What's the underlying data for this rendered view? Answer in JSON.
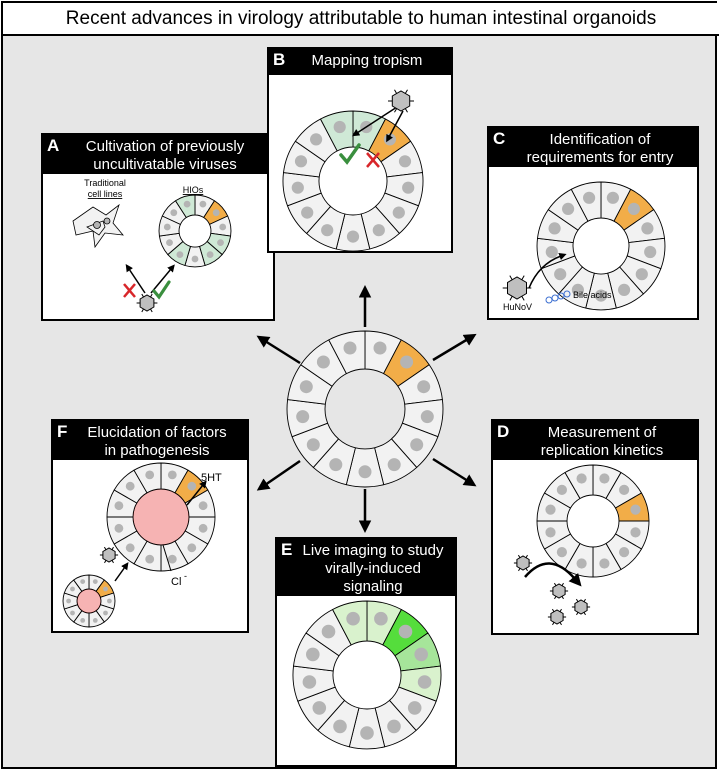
{
  "title": "Recent advances in virology attributable to human intestinal organoids",
  "colors": {
    "infected_cell": "#f2ad48",
    "cell_fill": "#f2f2f2",
    "nucleus": "#b4b4b4",
    "virus": "#bfbfbf",
    "tropism_cell": "#cfe9d6",
    "check": "#3a8f3e",
    "cross": "#d8262a",
    "bile_acid": "#3c6fd1",
    "swelling": "#f6b3b3",
    "signal_light": "#d9f2cd",
    "signal_mid": "#a6e59a",
    "signal_strong": "#55dd3c",
    "background": "#e6e6e6"
  },
  "panels": {
    "A": {
      "letter": "A",
      "title_lines": [
        "Cultivation of previously",
        "uncultivatable viruses"
      ],
      "traditional_label_1": "Traditional",
      "traditional_label_2": "cell lines",
      "hio_label": "HIOs"
    },
    "B": {
      "letter": "B",
      "title_lines": [
        "Mapping tropism"
      ]
    },
    "C": {
      "letter": "C",
      "title_lines": [
        "Identification of",
        "requirements for entry"
      ],
      "virus_label": "HuNoV",
      "bile_label": "Bile acids"
    },
    "D": {
      "letter": "D",
      "title_lines": [
        "Measurement of",
        "replication kinetics"
      ]
    },
    "E": {
      "letter": "E",
      "title_lines": [
        "Live imaging to study",
        "virally-induced signaling"
      ]
    },
    "F": {
      "letter": "F",
      "title_lines": [
        "Elucidation of factors",
        "in pathogenesis"
      ],
      "serotonin_label": "5HT",
      "chloride_label": "Cl",
      "chloride_sup": "-"
    }
  },
  "icons": [
    "organoid-icon",
    "virus-icon",
    "checkmark-icon",
    "cross-icon",
    "arrow-icon",
    "bile-acid-icon",
    "cell-line-icon"
  ]
}
